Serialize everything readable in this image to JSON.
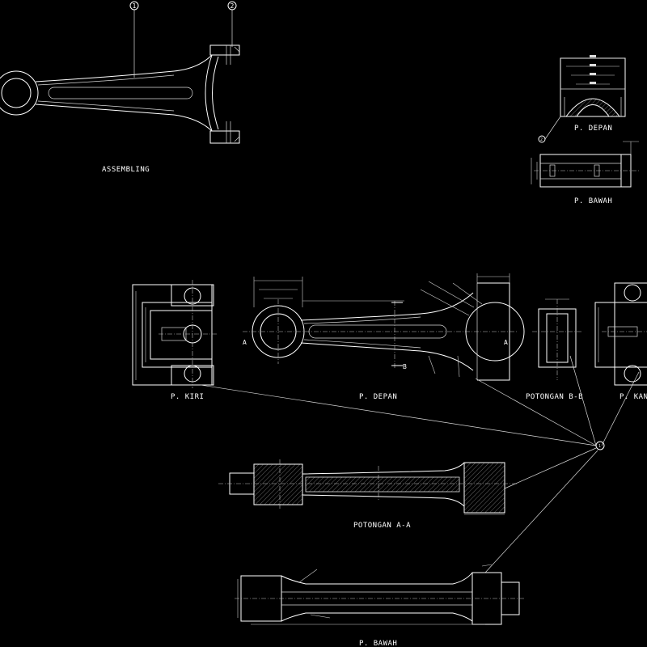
{
  "labels": {
    "assembling": "ASSEMBLING",
    "top_depan": "P. DEPAN",
    "top_bawah": "P. BAWAH",
    "kiri": "P. KIRI",
    "depan": "P. DEPAN",
    "potongan_bb": "POTONGAN B-B",
    "kanan": "P. KAN",
    "potongan_aa": "POTONGAN A-A",
    "bawah": "P. BAWAH"
  },
  "part_numbers": {
    "assembly_1": "1",
    "assembly_2": "2",
    "cap_2": "2",
    "rod_1": "1"
  },
  "section_marks": {
    "a": "A",
    "b": "B"
  }
}
